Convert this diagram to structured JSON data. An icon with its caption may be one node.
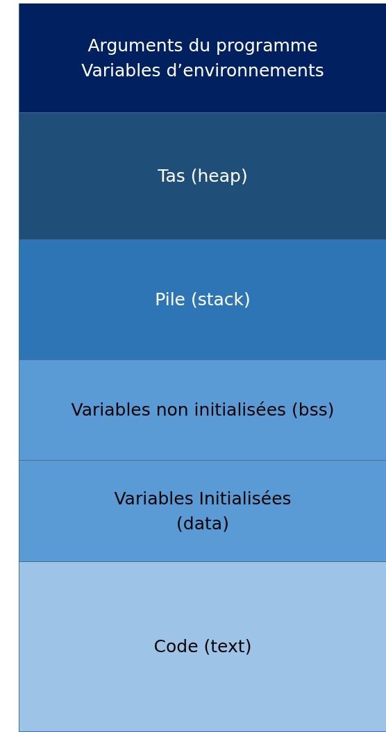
{
  "diagram": {
    "nodes": [
      {
        "text": [
          "Arguments du programme Variables d’environnements"
        ]
      },
      {
        "text": [
          "Tas (heap)"
        ]
      },
      {
        "text": [
          "Pile (stack)"
        ]
      },
      {
        "text": [
          "Variables non initialisées (bss)"
        ]
      },
      {
        "text": [
          "Variables Initialisées (data)"
        ]
      },
      {
        "text": [
          "Code (text)"
        ]
      }
    ]
  }
}
